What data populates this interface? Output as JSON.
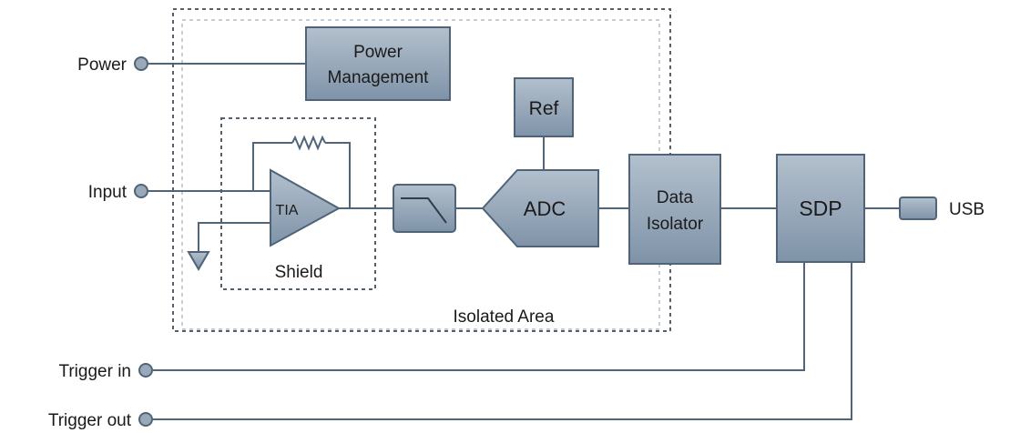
{
  "diagram": {
    "ports": {
      "power": "Power",
      "input": "Input",
      "trigger_in": "Trigger in",
      "trigger_out": "Trigger out",
      "usb": "USB"
    },
    "blocks": {
      "power_management_line1": "Power",
      "power_management_line2": "Management",
      "ref": "Ref",
      "tia": "TIA",
      "adc": "ADC",
      "data_isolator_line1": "Data",
      "data_isolator_line2": "Isolator",
      "sdp": "SDP"
    },
    "regions": {
      "shield": "Shield",
      "isolated_area": "Isolated Area"
    },
    "colors": {
      "block_fill": "#8a9cb0",
      "block_stroke": "#4f6478",
      "wire": "#50657a",
      "dashed_border": "#555f6a",
      "light_dashed_border": "#c8cdd3"
    }
  }
}
